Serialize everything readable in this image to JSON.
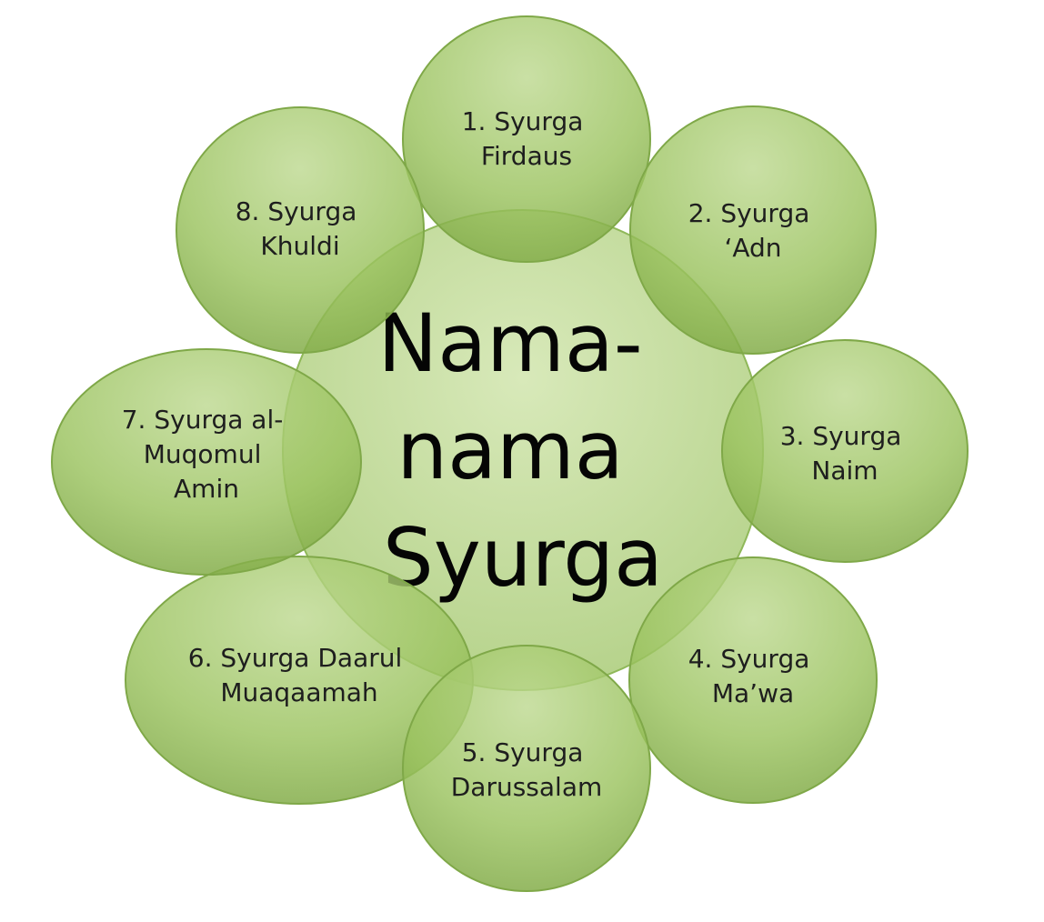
{
  "center": {
    "lines": [
      "Nama-",
      "nama",
      "Syurga"
    ]
  },
  "items": [
    {
      "lines": [
        "1. Syurga",
        "Firdaus"
      ]
    },
    {
      "lines": [
        "2. Syurga",
        "‘Adn"
      ]
    },
    {
      "lines": [
        "3. Syurga",
        "Naim"
      ]
    },
    {
      "lines": [
        "4. Syurga",
        "Ma’wa"
      ]
    },
    {
      "lines": [
        "5. Syurga",
        "Darussalam"
      ]
    },
    {
      "lines": [
        "6. Syurga Daarul",
        "Muaqaamah"
      ]
    },
    {
      "lines": [
        "7. Syurga al-",
        "Muqomul",
        "Amin"
      ]
    },
    {
      "lines": [
        "8. Syurga",
        "Khuldi"
      ]
    }
  ],
  "colors": {
    "fill_light": "#b9d58c",
    "fill_dark": "#84b24a",
    "stroke": "#7fa848"
  }
}
